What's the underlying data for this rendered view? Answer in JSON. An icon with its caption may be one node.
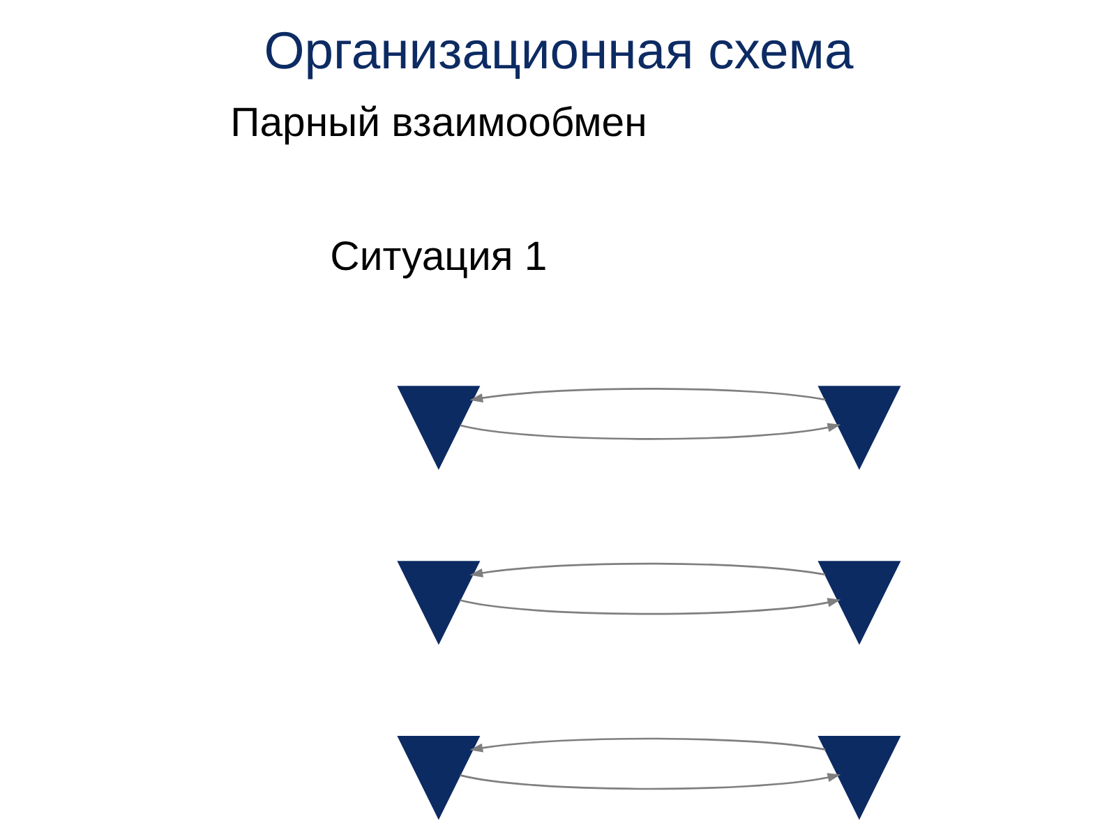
{
  "diagram": {
    "title": "Организационная схема",
    "nodes": [
      {
        "text": [],
        "shape": "person"
      },
      {
        "text": [],
        "shape": "person"
      },
      {
        "text": [],
        "shape": "person"
      },
      {
        "text": [],
        "shape": "person"
      },
      {
        "text": [],
        "shape": "person"
      },
      {
        "text": [],
        "shape": "person"
      }
    ],
    "edges": [
      {
        "from": 0,
        "to": 1,
        "arrow": "to"
      },
      {
        "from": 1,
        "to": 0,
        "arrow": "to"
      },
      {
        "from": 2,
        "to": 3,
        "arrow": "to"
      },
      {
        "from": 3,
        "to": 2,
        "arrow": "to"
      },
      {
        "from": 4,
        "to": 5,
        "arrow": "to"
      },
      {
        "from": 5,
        "to": 4,
        "arrow": "to"
      }
    ],
    "labels": [
      "Ситуация 1",
      "Парный взаимообмен"
    ]
  }
}
